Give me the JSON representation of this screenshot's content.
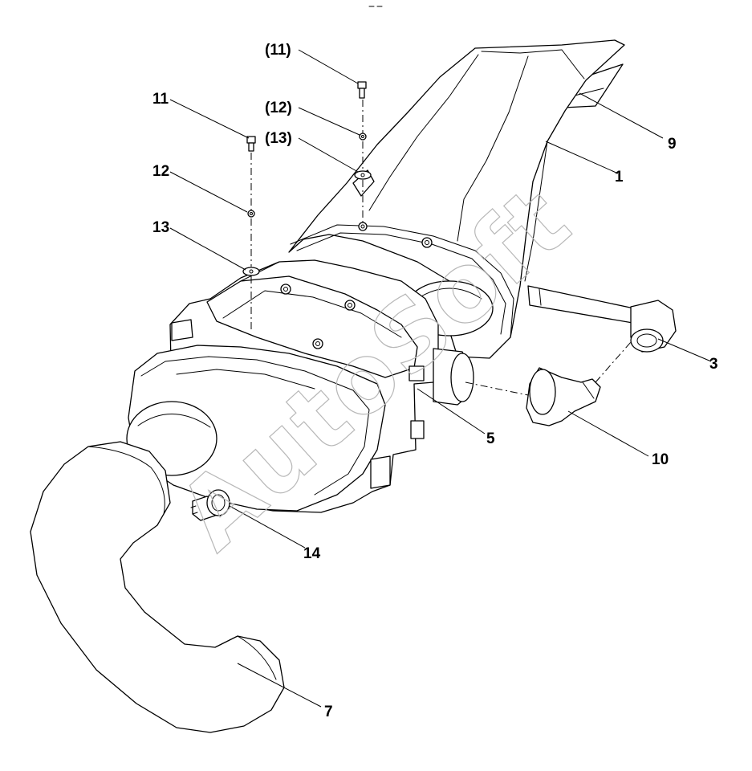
{
  "watermark": "AutoSoft",
  "callouts": {
    "c1": "1",
    "c3": "3",
    "c5": "5",
    "c7": "7",
    "c9": "9",
    "c10": "10",
    "c11": "11",
    "c11p": "(11)",
    "c12": "12",
    "c12p": "(12)",
    "c13": "13",
    "c13p": "(13)",
    "c14": "14"
  }
}
